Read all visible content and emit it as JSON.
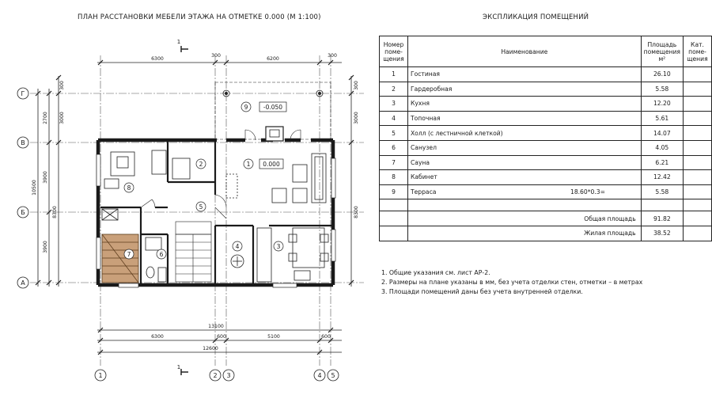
{
  "plan_title": "ПЛАН РАССТАНОВКИ МЕБЕЛИ ЭТАЖА НА ОТМЕТКЕ 0.000 (М 1:100)",
  "expl_title": "ЭКСПЛИКАЦИЯ ПОМЕЩЕНИЙ",
  "table": {
    "headers": {
      "number": "Номер поме-щения",
      "name": "Наименование",
      "area": "Площадь помещения м²",
      "cat": "Кат. поме-щения"
    },
    "rows": [
      {
        "n": "1",
        "name": "Гостиная",
        "area": "26.10"
      },
      {
        "n": "2",
        "name": "Гардеробная",
        "area": "5.58"
      },
      {
        "n": "3",
        "name": "Кухня",
        "area": "12.20"
      },
      {
        "n": "4",
        "name": "Топочная",
        "area": "5.61"
      },
      {
        "n": "5",
        "name": "Холл (с лестничной клеткой)",
        "area": "14.07"
      },
      {
        "n": "6",
        "name": "Санузел",
        "area": "4.05"
      },
      {
        "n": "7",
        "name": "Сауна",
        "area": "6.21"
      },
      {
        "n": "8",
        "name": "Кабинет",
        "area": "12.42"
      },
      {
        "n": "9",
        "name": "Терраса",
        "formula": "18.60*0.3=",
        "area": "5.58"
      }
    ],
    "total_label": "Общая площадь",
    "total_value": "91.82",
    "living_label": "Жилая площадь",
    "living_value": "38.52"
  },
  "notes": [
    "1. Общие указания см. лист АР-2.",
    "2. Размеры на плане указаны в мм, без учета отделки стен, отметки – в метрах",
    "3. Площади помещений даны без учета внутренней отделки."
  ],
  "plan": {
    "section_mark": "1",
    "dims_top": [
      "6300",
      "300",
      "6200",
      "300"
    ],
    "dims_bottom_1": [
      "6300",
      "600",
      "5100",
      "600"
    ],
    "dims_bottom_total_1": "13100",
    "dims_bottom_total_2": "12600",
    "dims_left_outer": "10500",
    "dims_left_inner": [
      "2700",
      "3900",
      "8300",
      "3900"
    ],
    "dims_left_row": [
      "300",
      "3000"
    ],
    "dims_right": [
      "300",
      "3000",
      "8300"
    ],
    "axes_x": [
      "1",
      "2",
      "3",
      "4",
      "5"
    ],
    "axes_y": [
      "Г",
      "В",
      "Б",
      "А"
    ],
    "room_numbers": [
      "1",
      "2",
      "3",
      "4",
      "5",
      "6",
      "7",
      "8",
      "9"
    ],
    "elevation_1": "0.000",
    "elevation_9": "-0.050"
  }
}
